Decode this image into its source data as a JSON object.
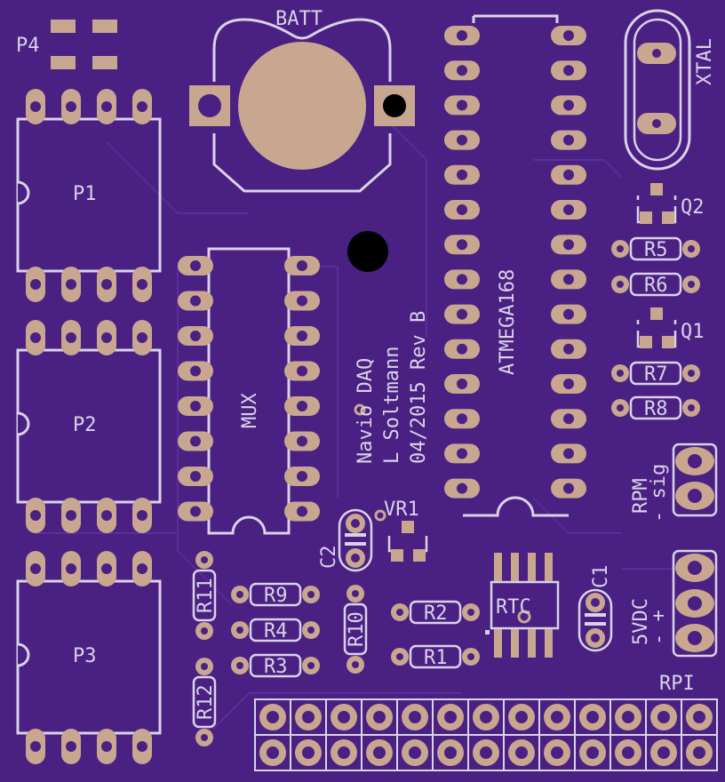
{
  "colors": {
    "board": "#4a2082",
    "copper": "#c9a690",
    "silk": "#d9d2e8",
    "trace": "#5a2e98"
  },
  "labels": {
    "batt": "BATT",
    "p4": "P4",
    "p1": "P1",
    "p2": "P2",
    "p3": "P3",
    "mux": "MUX",
    "atmega": "ATMEGA168",
    "xtal": "XTAL",
    "q1": "Q1",
    "q2": "Q2",
    "r1": "R1",
    "r2": "R2",
    "r3": "R3",
    "r4": "R4",
    "r5": "R5",
    "r6": "R6",
    "r7": "R7",
    "r8": "R8",
    "r9": "R9",
    "r10": "R10",
    "r11": "R11",
    "r12": "R12",
    "c1": "C1",
    "c2": "C2",
    "vr1": "VR1",
    "rtc": "RTC",
    "rpi": "RPI",
    "rpm_line1": "RPM",
    "rpm_line2": "- sig",
    "vdc_line1": "5VDC",
    "vdc_line2": "- +",
    "credit_line1": "Navio DAQ",
    "credit_line2": "L Soltmann",
    "credit_line3": "04/2015 Rev B"
  }
}
